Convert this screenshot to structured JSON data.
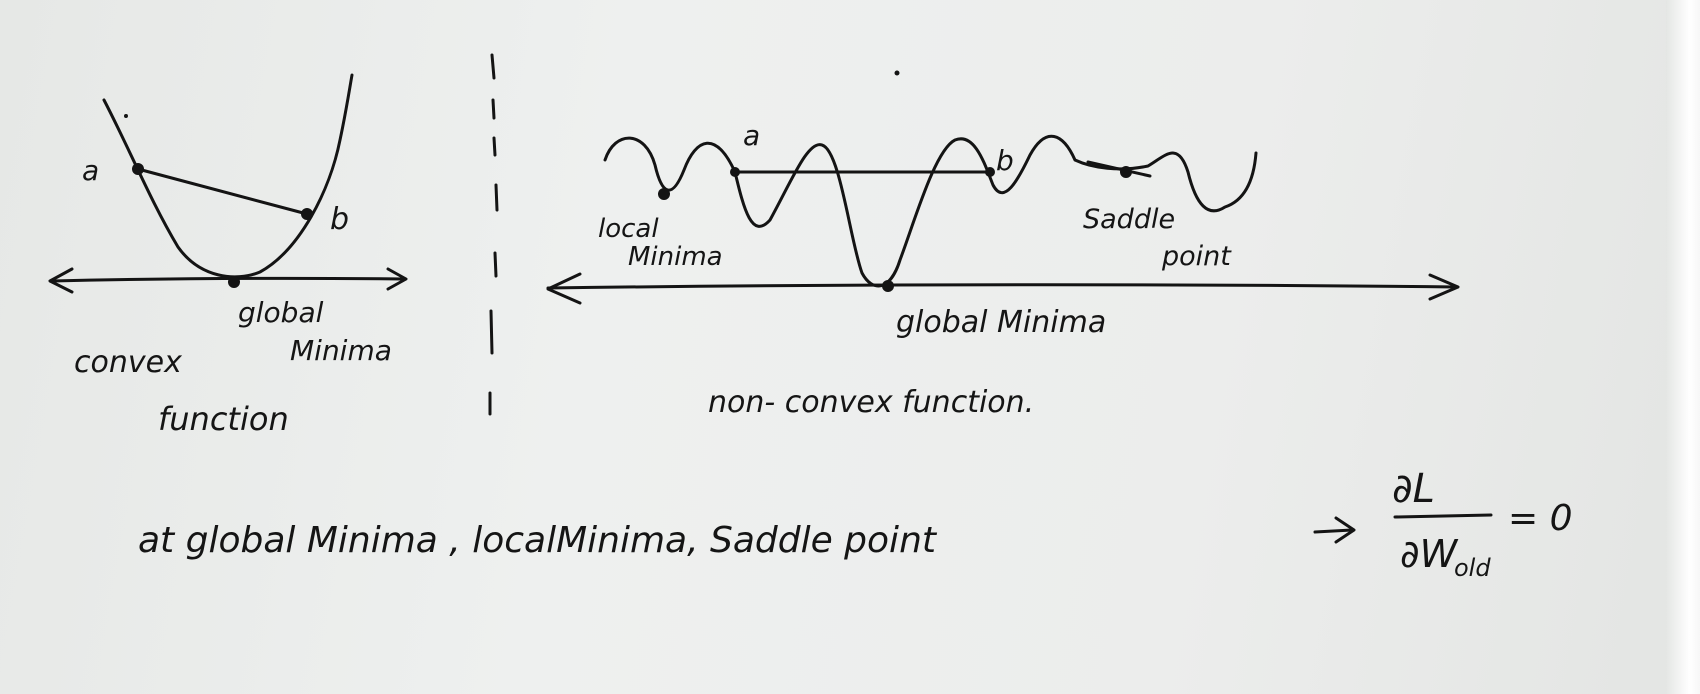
{
  "convex_panel": {
    "point_a": "a",
    "point_b": "b",
    "minimum_label_line1": "global",
    "minimum_label_line2": "Minima",
    "caption_line1": "convex",
    "caption_line2": "function"
  },
  "nonconvex_panel": {
    "point_a": "a",
    "point_b": "b",
    "local_label_line1": "local",
    "local_label_line2": "Minima",
    "saddle_label_line1": "Saddle",
    "saddle_label_line2": "point",
    "global_label": "global Minima",
    "caption": "non- convex function."
  },
  "bottom_note": {
    "text": "at global Minima , localMinima, Saddle point",
    "fraction_numerator": "∂L",
    "fraction_denominator": "∂W",
    "fraction_subscript": "old",
    "equals_zero": "= 0"
  }
}
